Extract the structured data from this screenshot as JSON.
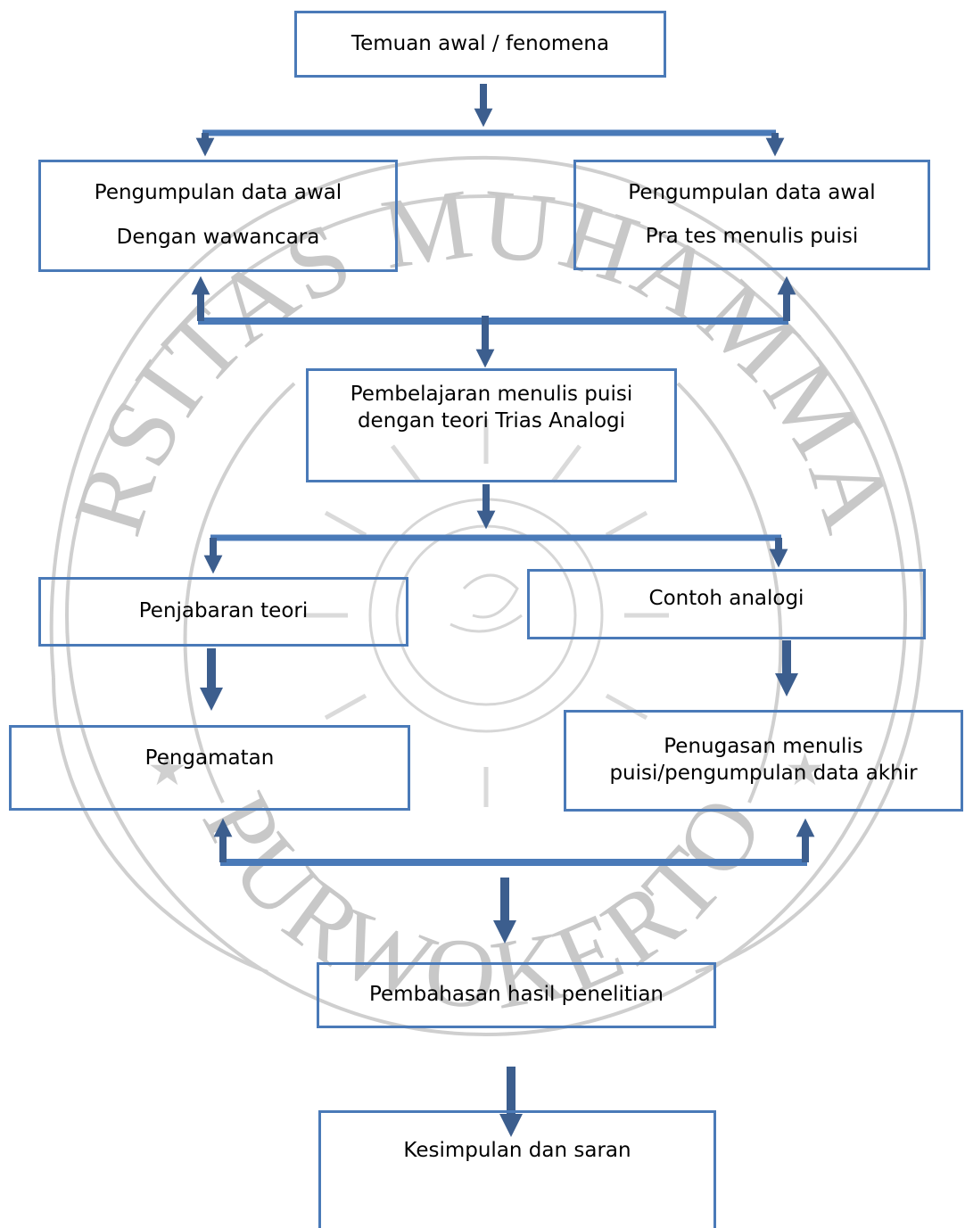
{
  "watermark": {
    "top_arc": "UNIVERSITAS MUHAMMADIYAH",
    "bottom_arc": "PURWOKERTO",
    "color": "#c4c4c4"
  },
  "colors": {
    "box_border": "#4a7ab8",
    "arrow": "#3c5e8e",
    "arrow_edge": "#2f4b73"
  },
  "boxes": {
    "temuan": {
      "line1": "Temuan awal / fenomena"
    },
    "awal_wawancara": {
      "line1": "Pengumpulan data awal",
      "line2": "Dengan wawancara"
    },
    "awal_pratest": {
      "line1": "Pengumpulan data awal",
      "line2": "Pra tes menulis puisi"
    },
    "pembelajaran": {
      "line1": "Pembelajaran menulis puisi",
      "line2": "dengan teori  Trias Analogi"
    },
    "penjabaran": {
      "line1": "Penjabaran teori"
    },
    "contoh": {
      "line1": "Contoh analogi"
    },
    "pengamatan": {
      "line1": "Pengamatan"
    },
    "penugasan": {
      "line1": "Penugasan menulis",
      "line2": "puisi/pengumpulan data akhir"
    },
    "pembahasan": {
      "line1": "Pembahasan hasil penelitian"
    },
    "kesimpulan": {
      "line1": "Kesimpulan dan saran"
    }
  }
}
